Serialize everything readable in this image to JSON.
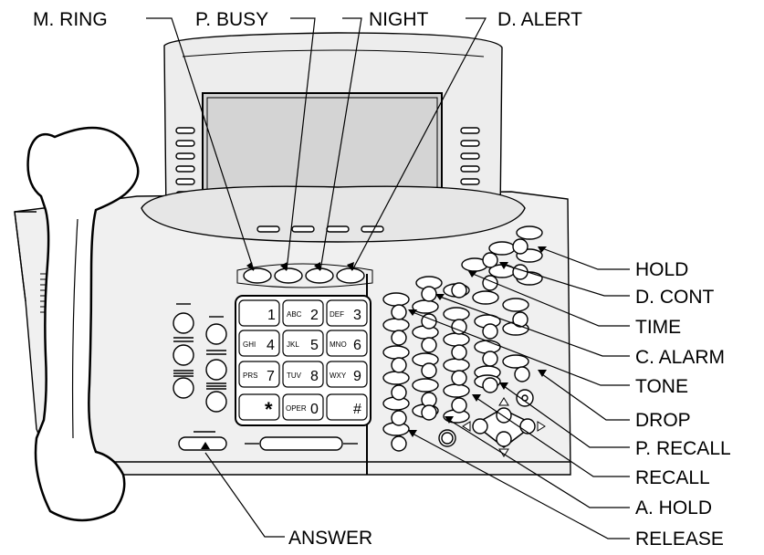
{
  "labels": {
    "top": [
      "M. RING",
      "P. BUSY",
      "NIGHT",
      "D. ALERT"
    ],
    "right": [
      "HOLD",
      "D. CONT",
      "TIME",
      "C. ALARM",
      "TONE",
      "DROP",
      "P. RECALL",
      "RECALL",
      "A. HOLD",
      "RELEASE"
    ],
    "bottom": "ANSWER"
  },
  "keypad": [
    {
      "letters": "",
      "digit": "1"
    },
    {
      "letters": "ABC",
      "digit": "2"
    },
    {
      "letters": "DEF",
      "digit": "3"
    },
    {
      "letters": "GHI",
      "digit": "4"
    },
    {
      "letters": "JKL",
      "digit": "5"
    },
    {
      "letters": "MNO",
      "digit": "6"
    },
    {
      "letters": "PRS",
      "digit": "7"
    },
    {
      "letters": "TUV",
      "digit": "8"
    },
    {
      "letters": "WXY",
      "digit": "9"
    },
    {
      "letters": "",
      "digit": "*"
    },
    {
      "letters": "OPER",
      "digit": "0"
    },
    {
      "letters": "",
      "digit": "#"
    }
  ]
}
